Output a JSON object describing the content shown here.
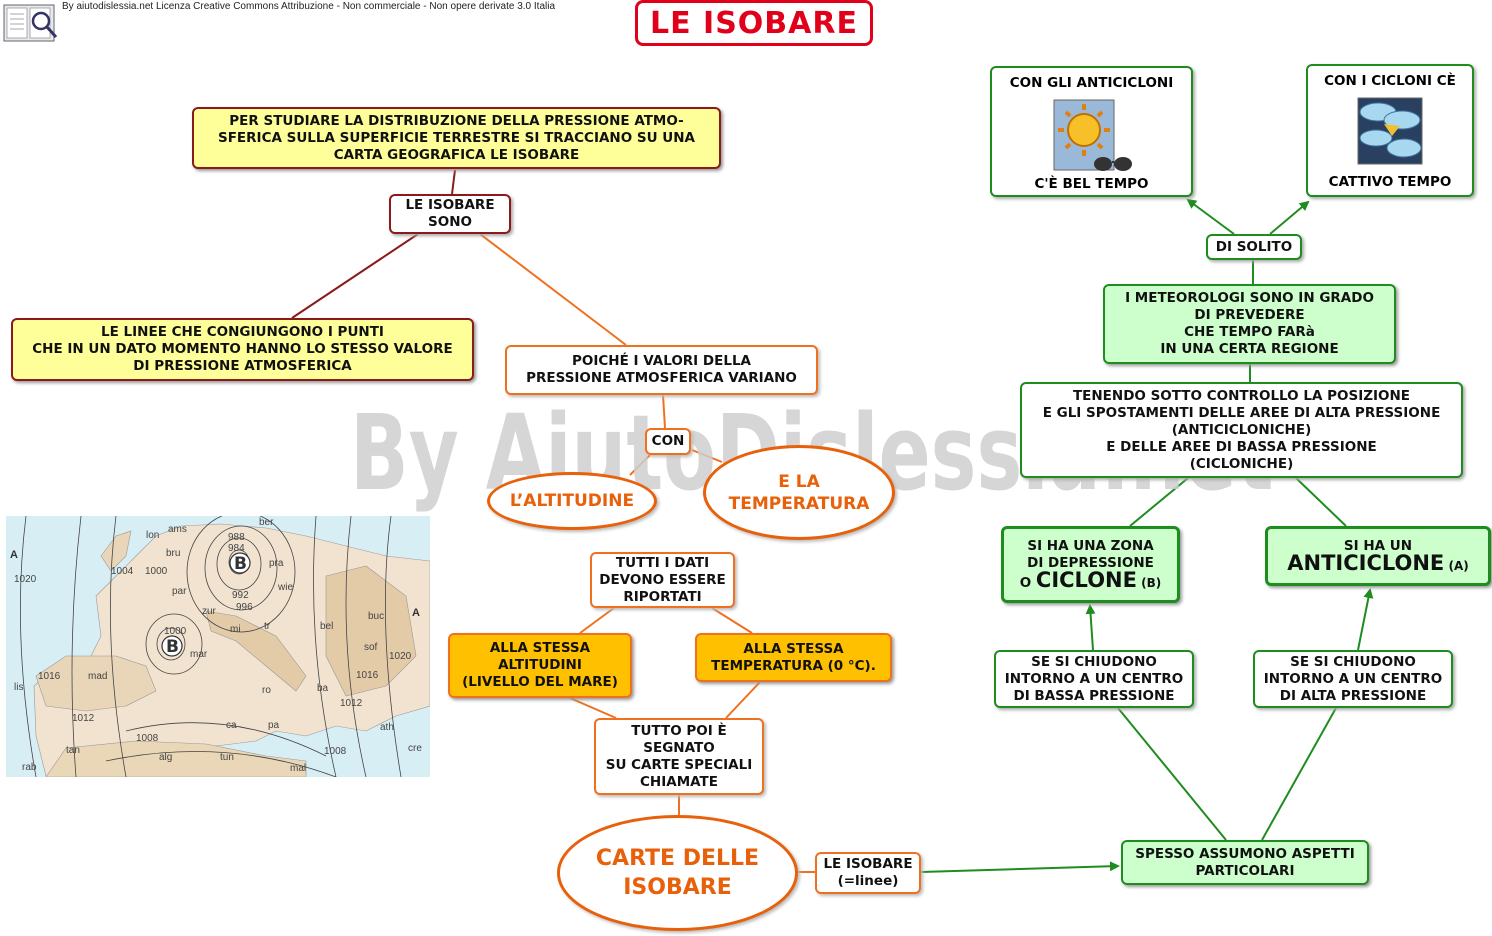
{
  "header": {
    "credit": "By aiutodislessia.net Licenza Creative Commons Attribuzione - Non commerciale - Non opere derivate 3.0 Italia",
    "title": "LE ISOBARE",
    "watermark": "By AiutoDislessia.net"
  },
  "left": {
    "intro": "PER STUDIARE LA DISTRIBUZIONE DELLA PRESSIONE ATMO-\nSFERICA SULLA SUPERFICIE TERRESTRE SI TRACCIANO SU UNA\nCARTA GEOGRAFICA LE ISOBARE",
    "sono": "LE ISOBARE\nSONO",
    "definition": "LE LINEE CHE CONGIUNGONO I PUNTI\nCHE IN UN DATO MOMENTO HANNO LO STESSO VALORE\nDI PRESSIONE ATMOSFERICA"
  },
  "middle": {
    "variano": "POICHÉ I VALORI DELLA\nPRESSIONE ATMOSFERICA VARIANO",
    "con": "CON",
    "altitudine": "L’ALTITUDINE",
    "temperatura": "E LA\nTEMPERATURA",
    "riportati": "TUTTI I DATI\nDEVONO ESSERE\nRIPORTATI",
    "stessa_altitudine": "ALLA STESSA\nALTITUDINI\n(LIVELLO DEL MARE)",
    "stessa_temperatura": "ALLA STESSA\nTEMPERATURA (0 °C).",
    "segnato": "TUTTO POI È\nSEGNATO\nSU CARTE SPECIALI\nCHIAMATE",
    "carte": "CARTE DELLE\nISOBARE",
    "linee": "LE ISOBARE\n(=linee)"
  },
  "right": {
    "anticicloni_top": "CON GLI ANTICICLONI",
    "anticicloni_bot": "C'È BEL TEMPO",
    "cicloni_top": "CON I CICLONI  CÈ",
    "cicloni_bot": "CATTIVO TEMPO",
    "di_solito": "DI SOLITO",
    "meteorologi": "I METEOROLOGI SONO IN GRADO\nDI PREVEDERE\nCHE TEMPO FARà\nIN UNA CERTA REGIONE",
    "controllo": "TENENDO SOTTO CONTROLLO LA POSIZIONE\nE GLI SPOSTAMENTI DELLE AREE DI ALTA PRESSIONE\n(ANTICICLONICHE)\nE DELLE AREE DI BASSA PRESSIONE\n(CICLONICHE)",
    "ciclone_pre": "SI HA UNA ZONA\nDI DEPRESSIONE\nO ",
    "ciclone_word": "CICLONE",
    "ciclone_suf": " (B)",
    "anticiclone_pre": "SI HA UN\n",
    "anticiclone_word": "ANTICICLONE",
    "anticiclone_suf": " (A)",
    "bassa": "SE SI CHIUDONO\nINTORNO A UN CENTRO\nDI BASSA PRESSIONE",
    "alta": "SE SI CHIUDONO\nINTORNO A UN CENTRO\nDI ALTA PRESSIONE",
    "aspetti": "SPESSO ASSUMONO ASPETTI\nPARTICOLARI"
  },
  "map": {
    "labels": [
      "A",
      "A",
      "B",
      "B",
      "1020",
      "1004",
      "1000",
      "988",
      "984",
      "992",
      "996",
      "1000",
      "1016",
      "1012",
      "1008",
      "1012",
      "1016",
      "1020",
      "1008",
      "lon",
      "ams",
      "ber",
      "bru",
      "pra",
      "par",
      "wie",
      "zur",
      "mi",
      "tr",
      "bel",
      "buc",
      "sof",
      "mad",
      "mar",
      "ro",
      "ba",
      "ath",
      "lis",
      "ca",
      "pa",
      "tun",
      "alg",
      "rab",
      "tan",
      "mal",
      "cre"
    ]
  },
  "colors": {
    "title_red": "#e0001a",
    "dark_red": "#8b1a1a",
    "orange": "#f07020",
    "green": "#1f8c1f",
    "yellow_fill": "#ffff99",
    "gold_fill": "#ffc000",
    "green_fill": "#ccffcc"
  },
  "icons": [
    "sun-icon",
    "sunglasses-icon",
    "storm-cloud-icon",
    "logo-icon"
  ]
}
